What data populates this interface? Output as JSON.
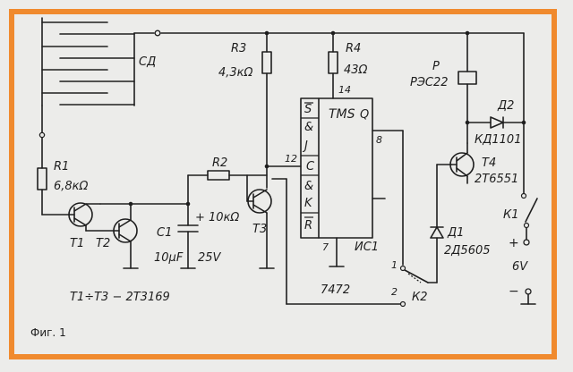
{
  "colors": {
    "frame": "#f08a2e",
    "ink": "#1e1e1e",
    "paper": "#ececea"
  },
  "labels": {
    "sensor": "СД",
    "r1_name": "R1",
    "r1_val": "6,8кΩ",
    "r2_name": "R2",
    "r2_val": "+ 10кΩ",
    "r3_name": "R3",
    "r3_val": "4,3кΩ",
    "r4_name": "R4",
    "r4_val": "43Ω",
    "c1_name": "C1",
    "c1_val": "10μF",
    "c1_volt": "25V",
    "t1": "T1",
    "t2": "T2",
    "t3": "T3",
    "t4": "T4",
    "t4_type": "2T6551",
    "relay_name": "P",
    "relay_type": "РЭС22",
    "d1_name": "Д1",
    "d1_type": "2Д5605",
    "d2_name": "Д2",
    "d2_type": "КД1101",
    "k1": "К1",
    "k2": "К2",
    "supply": "6V",
    "plus": "+",
    "minus": "−",
    "ic_title": "TMS",
    "ic_ref": "ИС1",
    "ic_part": "7472",
    "ic_out": "Q",
    "pin_s": "S",
    "pin_j1": "&",
    "pin_j": "J",
    "pin_c": "C",
    "pin_k1": "&",
    "pin_k": "K",
    "pin_r": "R",
    "pin_14": "14",
    "pin_12": "12",
    "pin_8": "8",
    "pin_7": "7",
    "sw_1": "1",
    "sw_2": "2",
    "transistors_note": "T1÷T3 − 2T3169",
    "figure": "Фиг. 1"
  }
}
